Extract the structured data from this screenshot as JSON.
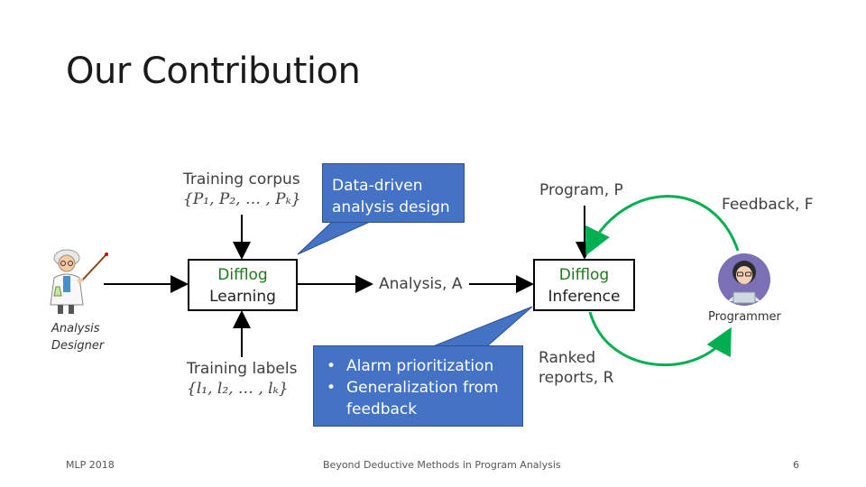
{
  "slide": {
    "title": "Our Contribution"
  },
  "nodes": {
    "training_corpus": {
      "line1": "Training corpus",
      "line2": "{P₁, P₂, … , Pₖ}"
    },
    "training_labels": {
      "line1": "Training labels",
      "line2": "{l₁, l₂, … , lₖ}"
    },
    "program": {
      "text": "Program, P"
    },
    "feedback": {
      "text": "Feedback, F"
    },
    "analysis": {
      "text": "Analysis, A"
    },
    "ranked_reports": {
      "line1": "Ranked",
      "line2": "reports, R"
    },
    "difflog_learning": {
      "line1": "Difflog",
      "line2": "Learning"
    },
    "difflog_inference": {
      "line1": "Difflog",
      "line2": "Inference"
    }
  },
  "people": {
    "designer": {
      "line1": "Analysis",
      "line2": "Designer"
    },
    "programmer": {
      "label": "Programmer"
    }
  },
  "callouts": {
    "top": {
      "line1": "Data-driven",
      "line2": "analysis design"
    },
    "bottom": {
      "items": [
        "Alarm prioritization",
        "Generalization from",
        "feedback"
      ]
    }
  },
  "footer": {
    "left": "MLP 2018",
    "center": "Beyond Deductive Methods in Program Analysis",
    "page": "6"
  },
  "colors": {
    "callout": "#4472c4",
    "difflog_text": "#1f7a1f",
    "feedback_arrow": "#00b050"
  },
  "icons": {
    "designer": "professor-icon",
    "programmer": "programmer-icon"
  }
}
